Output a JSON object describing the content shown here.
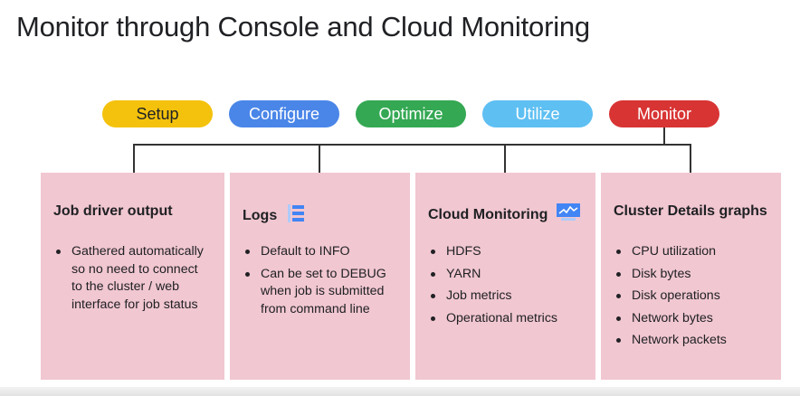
{
  "title": "Monitor through Console and Cloud Monitoring",
  "steps": [
    {
      "label": "Setup",
      "color": "#f4c20d",
      "text_color": "#202124"
    },
    {
      "label": "Configure",
      "color": "#4a86e8",
      "text_color": "#ffffff"
    },
    {
      "label": "Optimize",
      "color": "#34a853",
      "text_color": "#ffffff"
    },
    {
      "label": "Utilize",
      "color": "#5ebff2",
      "text_color": "#ffffff"
    },
    {
      "label": "Monitor",
      "color": "#d83434",
      "text_color": "#ffffff"
    }
  ],
  "cards": [
    {
      "heading": "Job driver output",
      "icon": null,
      "bullets": [
        "Gathered automatically\nso no need to connect\nto the cluster / web\ninterface for job status"
      ]
    },
    {
      "heading": "Logs",
      "icon": "logs-list-icon",
      "bullets": [
        "Default to INFO",
        "Can be set to DEBUG\nwhen job is submitted\nfrom command line"
      ]
    },
    {
      "heading": "Cloud Monitoring",
      "icon": "monitoring-chart-icon",
      "bullets": [
        "HDFS",
        "YARN",
        "Job metrics",
        "Operational metrics"
      ]
    },
    {
      "heading": "Cluster Details graphs",
      "icon": null,
      "bullets": [
        "CPU utilization",
        "Disk bytes",
        "Disk operations",
        "Network bytes",
        "Network packets"
      ]
    }
  ],
  "colors": {
    "card_background": "#f1c7d1",
    "connector": "#333333"
  }
}
